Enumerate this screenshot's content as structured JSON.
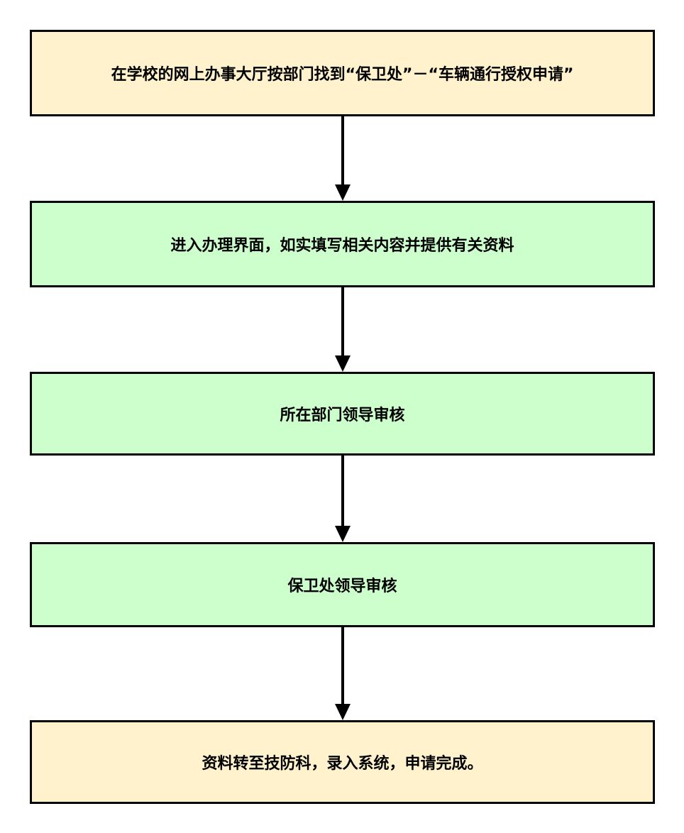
{
  "steps": [
    {
      "label": "在学校的网上办事大厅按部门找到“保卫处”－“车辆通行授权申请”",
      "fill": "#fff2cc"
    },
    {
      "label": "进入办理界面，如实填写相关内容并提供有关资料",
      "fill": "#ccffcc"
    },
    {
      "label": "所在部门领导审核",
      "fill": "#ccffcc"
    },
    {
      "label": "保卫处领导审核",
      "fill": "#ccffcc"
    },
    {
      "label": "资料转至技防科，录入系统，申请完成。",
      "fill": "#fff2cc"
    }
  ],
  "colors": {
    "border": "#000000",
    "arrow": "#000000"
  }
}
